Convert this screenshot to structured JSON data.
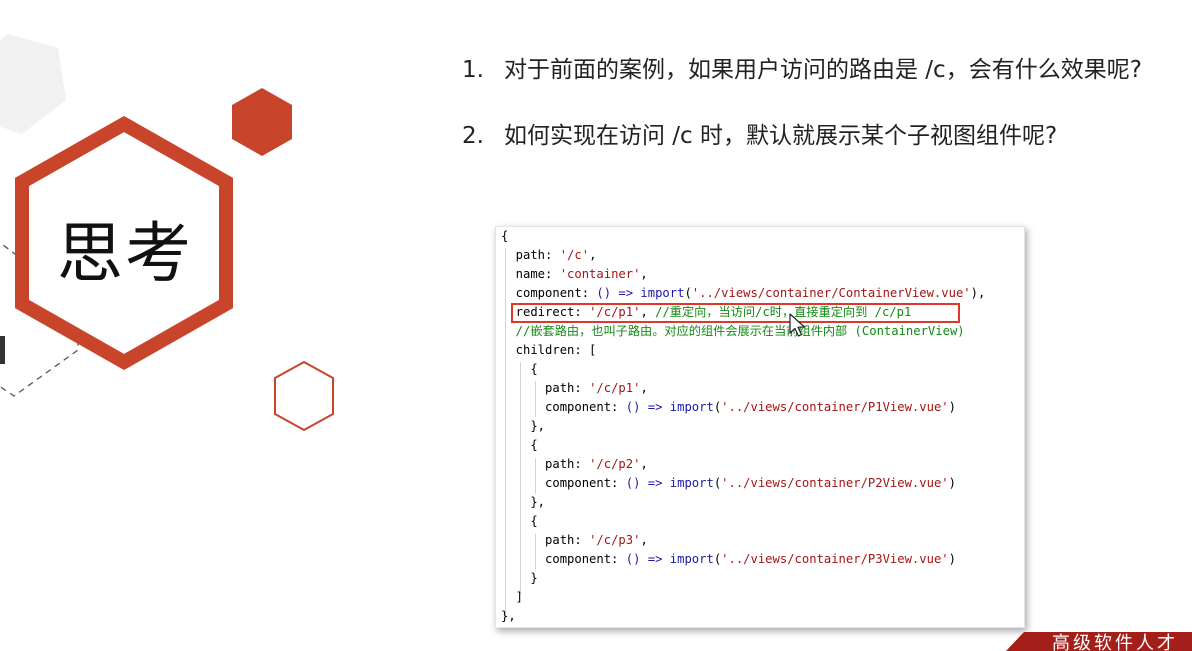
{
  "slide": {
    "title": "思考",
    "questions": [
      {
        "number": "1.",
        "text": "对于前面的案例，如果用户访问的路由是 /c，会有什么效果呢?"
      },
      {
        "number": "2.",
        "text": "如何实现在访问 /c 时，默认就展示某个子视图组件呢?"
      }
    ]
  },
  "code": {
    "lines": [
      "{",
      "  path: '/c',",
      "  name: 'container',",
      "  component: () => import('../views/container/ContainerView.vue'),",
      "  redirect: '/c/p1', //重定向，当访问/c时，直接重定向到 /c/p1",
      "  //嵌套路由，也叫子路由。对应的组件会展示在当前组件内部 (ContainerView)",
      "  children: [",
      "    {",
      "      path: '/c/p1',",
      "      component: () => import('../views/container/P1View.vue')",
      "    },",
      "    {",
      "      path: '/c/p2',",
      "      component: () => import('../views/container/P2View.vue')",
      "    },",
      "    {",
      "      path: '/c/p3',",
      "      component: () => import('../views/container/P3View.vue')",
      "    }",
      "  ]",
      "},"
    ]
  },
  "footer": {
    "text": "高级软件人才"
  },
  "colors": {
    "accent": "#c8442b",
    "highlight_box": "#e0362c",
    "hex_gray": "#f1f1f1",
    "string": "#a31515",
    "keyword": "#1a1aa6",
    "comment": "#138a13"
  },
  "icons": {
    "cursor": "mouse-pointer-icon"
  }
}
